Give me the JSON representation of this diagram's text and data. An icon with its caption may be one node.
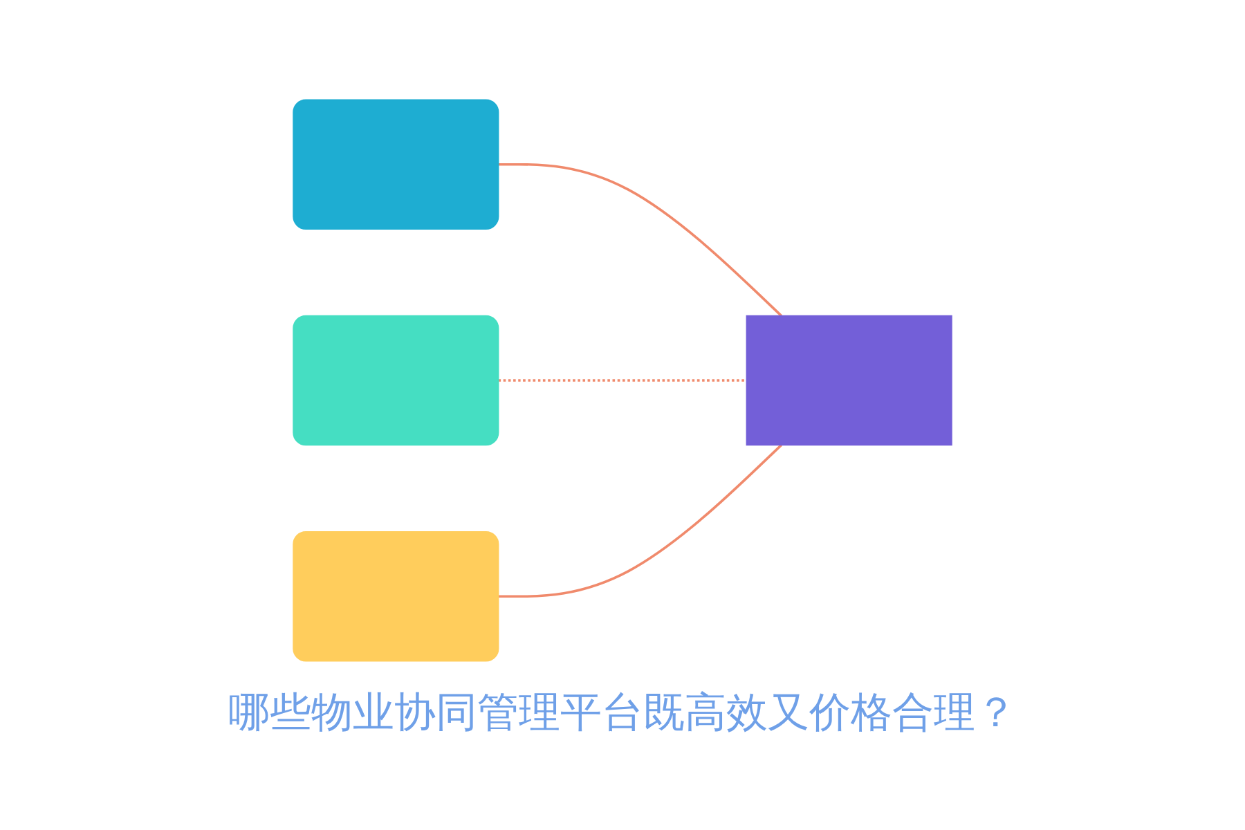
{
  "diagram": {
    "title": "哪些物业协同管理平台既高效又价格合理？",
    "nodes": [
      {
        "text": [],
        "shape": "box"
      },
      {
        "text": [],
        "shape": "box"
      },
      {
        "text": [],
        "shape": "box"
      },
      {
        "text": [],
        "shape": "box"
      }
    ],
    "edges": [
      {
        "from": 0,
        "to": 3,
        "arrow": "none"
      },
      {
        "from": 1,
        "to": 3,
        "arrow": "none",
        "style": "dashed"
      },
      {
        "from": 2,
        "to": 3,
        "arrow": "none"
      }
    ]
  }
}
